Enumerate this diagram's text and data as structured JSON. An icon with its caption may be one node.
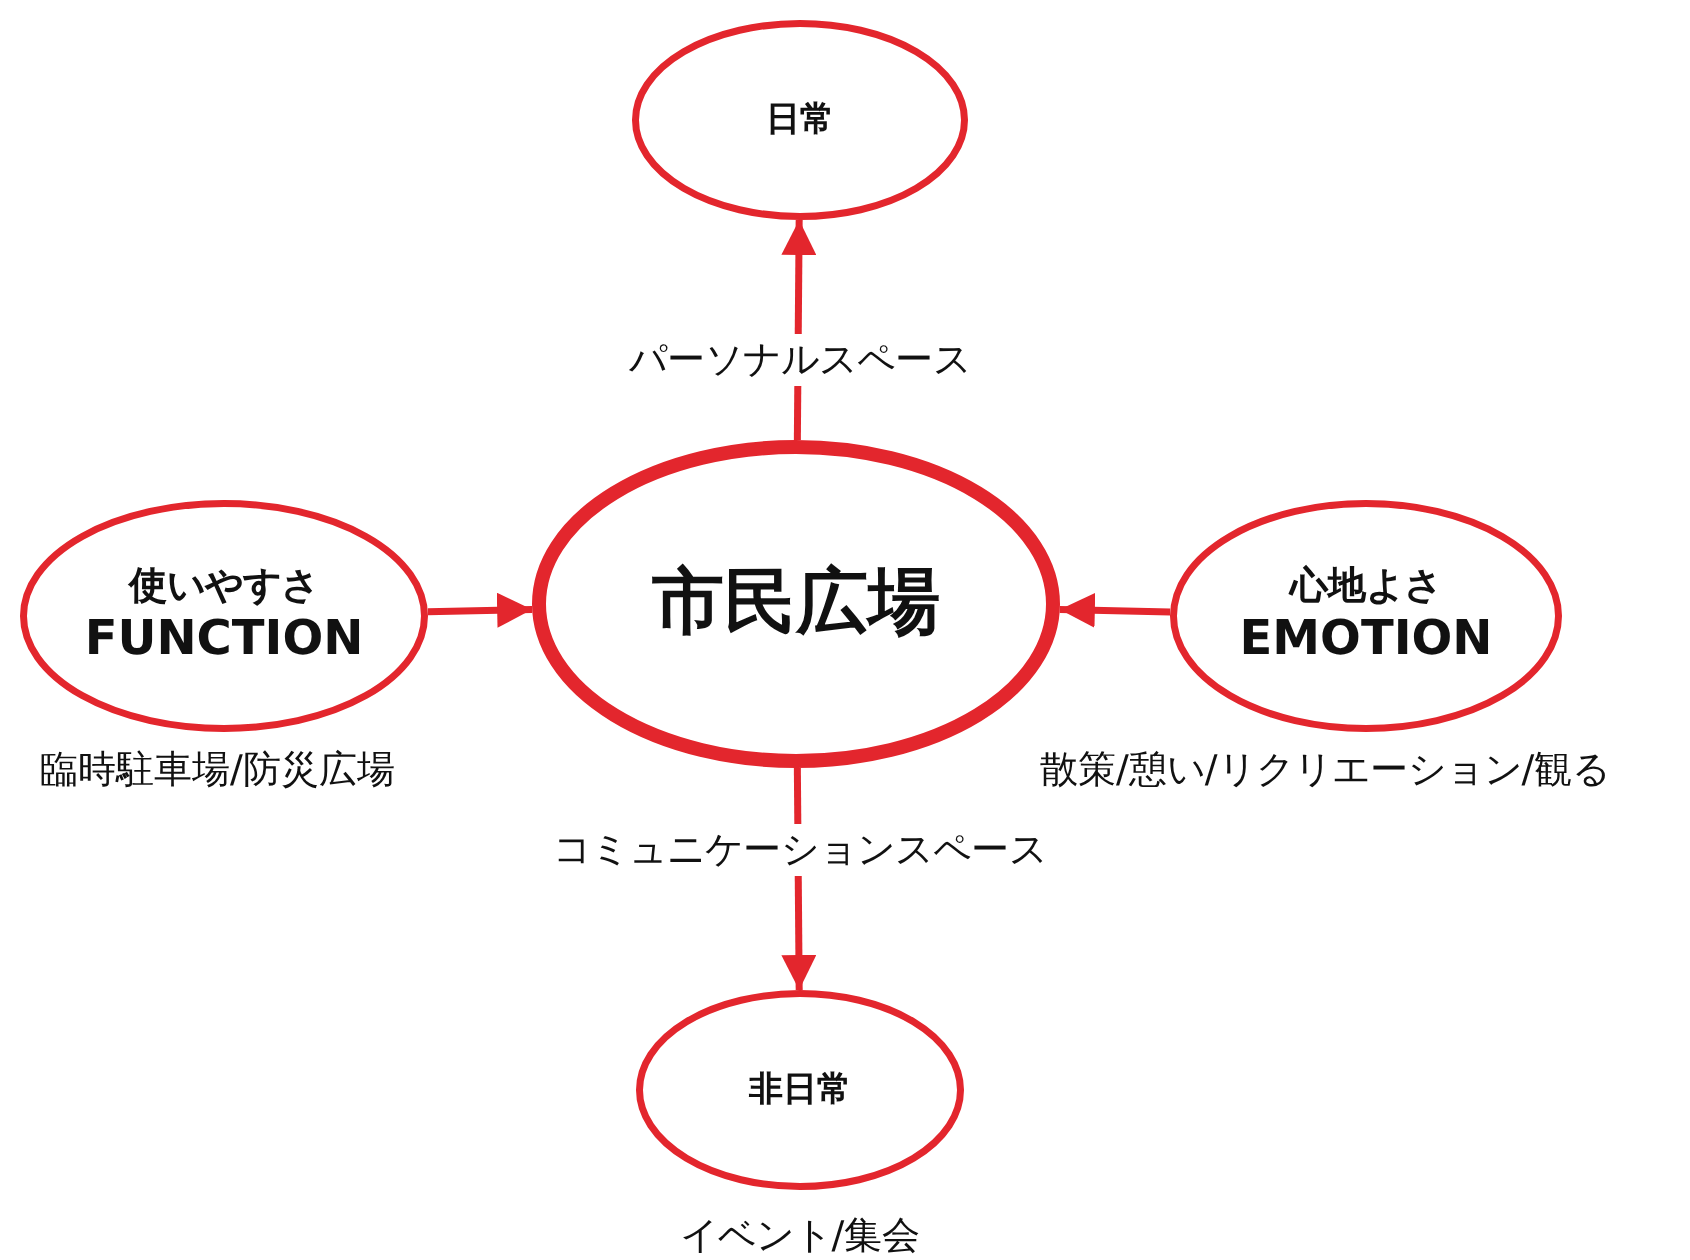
{
  "diagram": {
    "nodes": [
      {
        "text": [
          "日常"
        ]
      },
      {
        "text": [
          "使いやすさ",
          "FUNCTION"
        ],
        "beside": [
          "臨時駐車場/防災広場"
        ]
      },
      {
        "text": [
          "市民広場"
        ]
      },
      {
        "text": [
          "心地よさ",
          "EMOTION"
        ],
        "beside": [
          "散策/憩い/リクリエーション/観る"
        ]
      },
      {
        "text": [
          "非日常"
        ],
        "beside": [
          "イベント/集会"
        ]
      }
    ],
    "edges": [
      {
        "from": 2,
        "to": 0,
        "arrow": "to",
        "label": "パーソナルスペース"
      },
      {
        "from": 1,
        "to": 2,
        "arrow": "to"
      },
      {
        "from": 3,
        "to": 2,
        "arrow": "to"
      },
      {
        "from": 2,
        "to": 4,
        "arrow": "to",
        "label": "コミュニケーションスペース"
      }
    ]
  }
}
